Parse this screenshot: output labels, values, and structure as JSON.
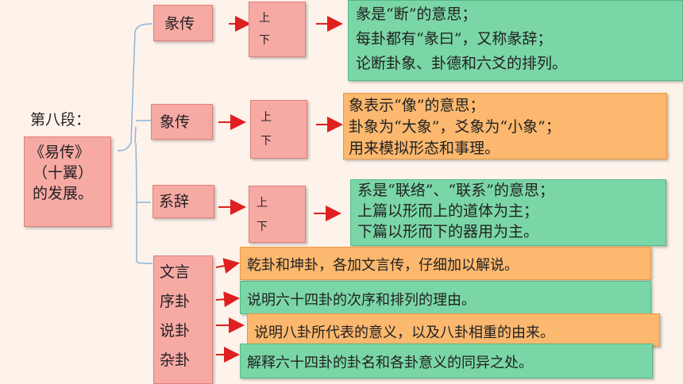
{
  "root": {
    "heading": "第八段：",
    "lines": [
      "《易传》",
      "（十翼）",
      "的发展。"
    ]
  },
  "rows": [
    {
      "name": "彖传",
      "subs": [
        "上",
        "下"
      ],
      "desc": [
        "彖是“断”的意思；",
        "每卦都有“彖曰”，又称彖辞；",
        "论断卦象、卦德和六爻的排列。"
      ]
    },
    {
      "name": "象传",
      "subs": [
        "上",
        "下"
      ],
      "desc": [
        "象表示“像”的意思；",
        "卦象为“大象”，爻象为“小象”；",
        "用来模拟形态和事理。"
      ]
    },
    {
      "name": "系辞",
      "subs": [
        "上",
        "下"
      ],
      "desc": [
        "系是“联络”、“联系”的意思；",
        "上篇以形而上的道体为主；",
        "下篇以形而下的器用为主。"
      ]
    }
  ],
  "others": {
    "names": [
      "文言",
      "序卦",
      "说卦",
      "杂卦"
    ],
    "descs": [
      "乾卦和坤卦，各加文言传，仔细加以解说。",
      "说明六十四卦的次序和排列的理由。",
      "说明八卦所代表的意义，以及八卦相重的由来。",
      "解释六十四卦的卦名和各卦意义的同异之处。"
    ]
  },
  "colors": {
    "pink": "#f7a9a4",
    "green": "#7ad6a6",
    "orange": "#fbb86e",
    "arrow": "#e02020",
    "bracket": "#8fb3d9"
  }
}
